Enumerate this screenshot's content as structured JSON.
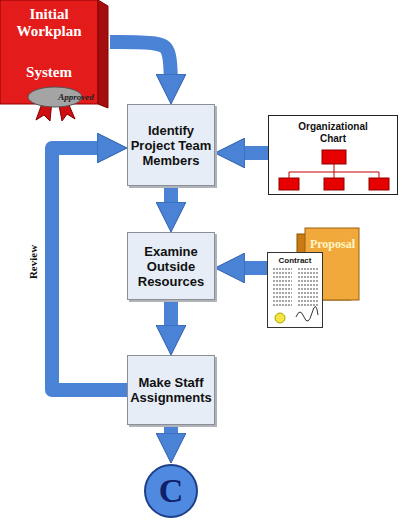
{
  "diagram": {
    "nodes": [
      {
        "text": [
          "Initial Workplan",
          "System"
        ]
      },
      {
        "text": [
          "Approved"
        ],
        "in": 0
      },
      {
        "text": [
          "Identify Project Team Members"
        ]
      },
      {
        "text": [
          "Organizational Chart"
        ]
      },
      {
        "text": [
          "Examine Outside Resources"
        ]
      },
      {
        "text": [
          "Proposal"
        ]
      },
      {
        "text": [
          "Contract"
        ]
      },
      {
        "text": [
          "Make Staff Assignments"
        ]
      },
      {
        "text": [
          "C"
        ]
      }
    ],
    "edges": [
      {
        "from": 0,
        "to": 2,
        "arrow": "to"
      },
      {
        "from": 3,
        "to": 2,
        "arrow": "to"
      },
      {
        "from": 2,
        "to": 4,
        "arrow": "to"
      },
      {
        "from": 6,
        "to": 4,
        "arrow": "to"
      },
      {
        "from": 4,
        "to": 7,
        "arrow": "to"
      },
      {
        "from": 7,
        "to": 2,
        "arrow": "to",
        "label": "Review"
      },
      {
        "from": 7,
        "to": 8,
        "arrow": "to"
      }
    ]
  }
}
